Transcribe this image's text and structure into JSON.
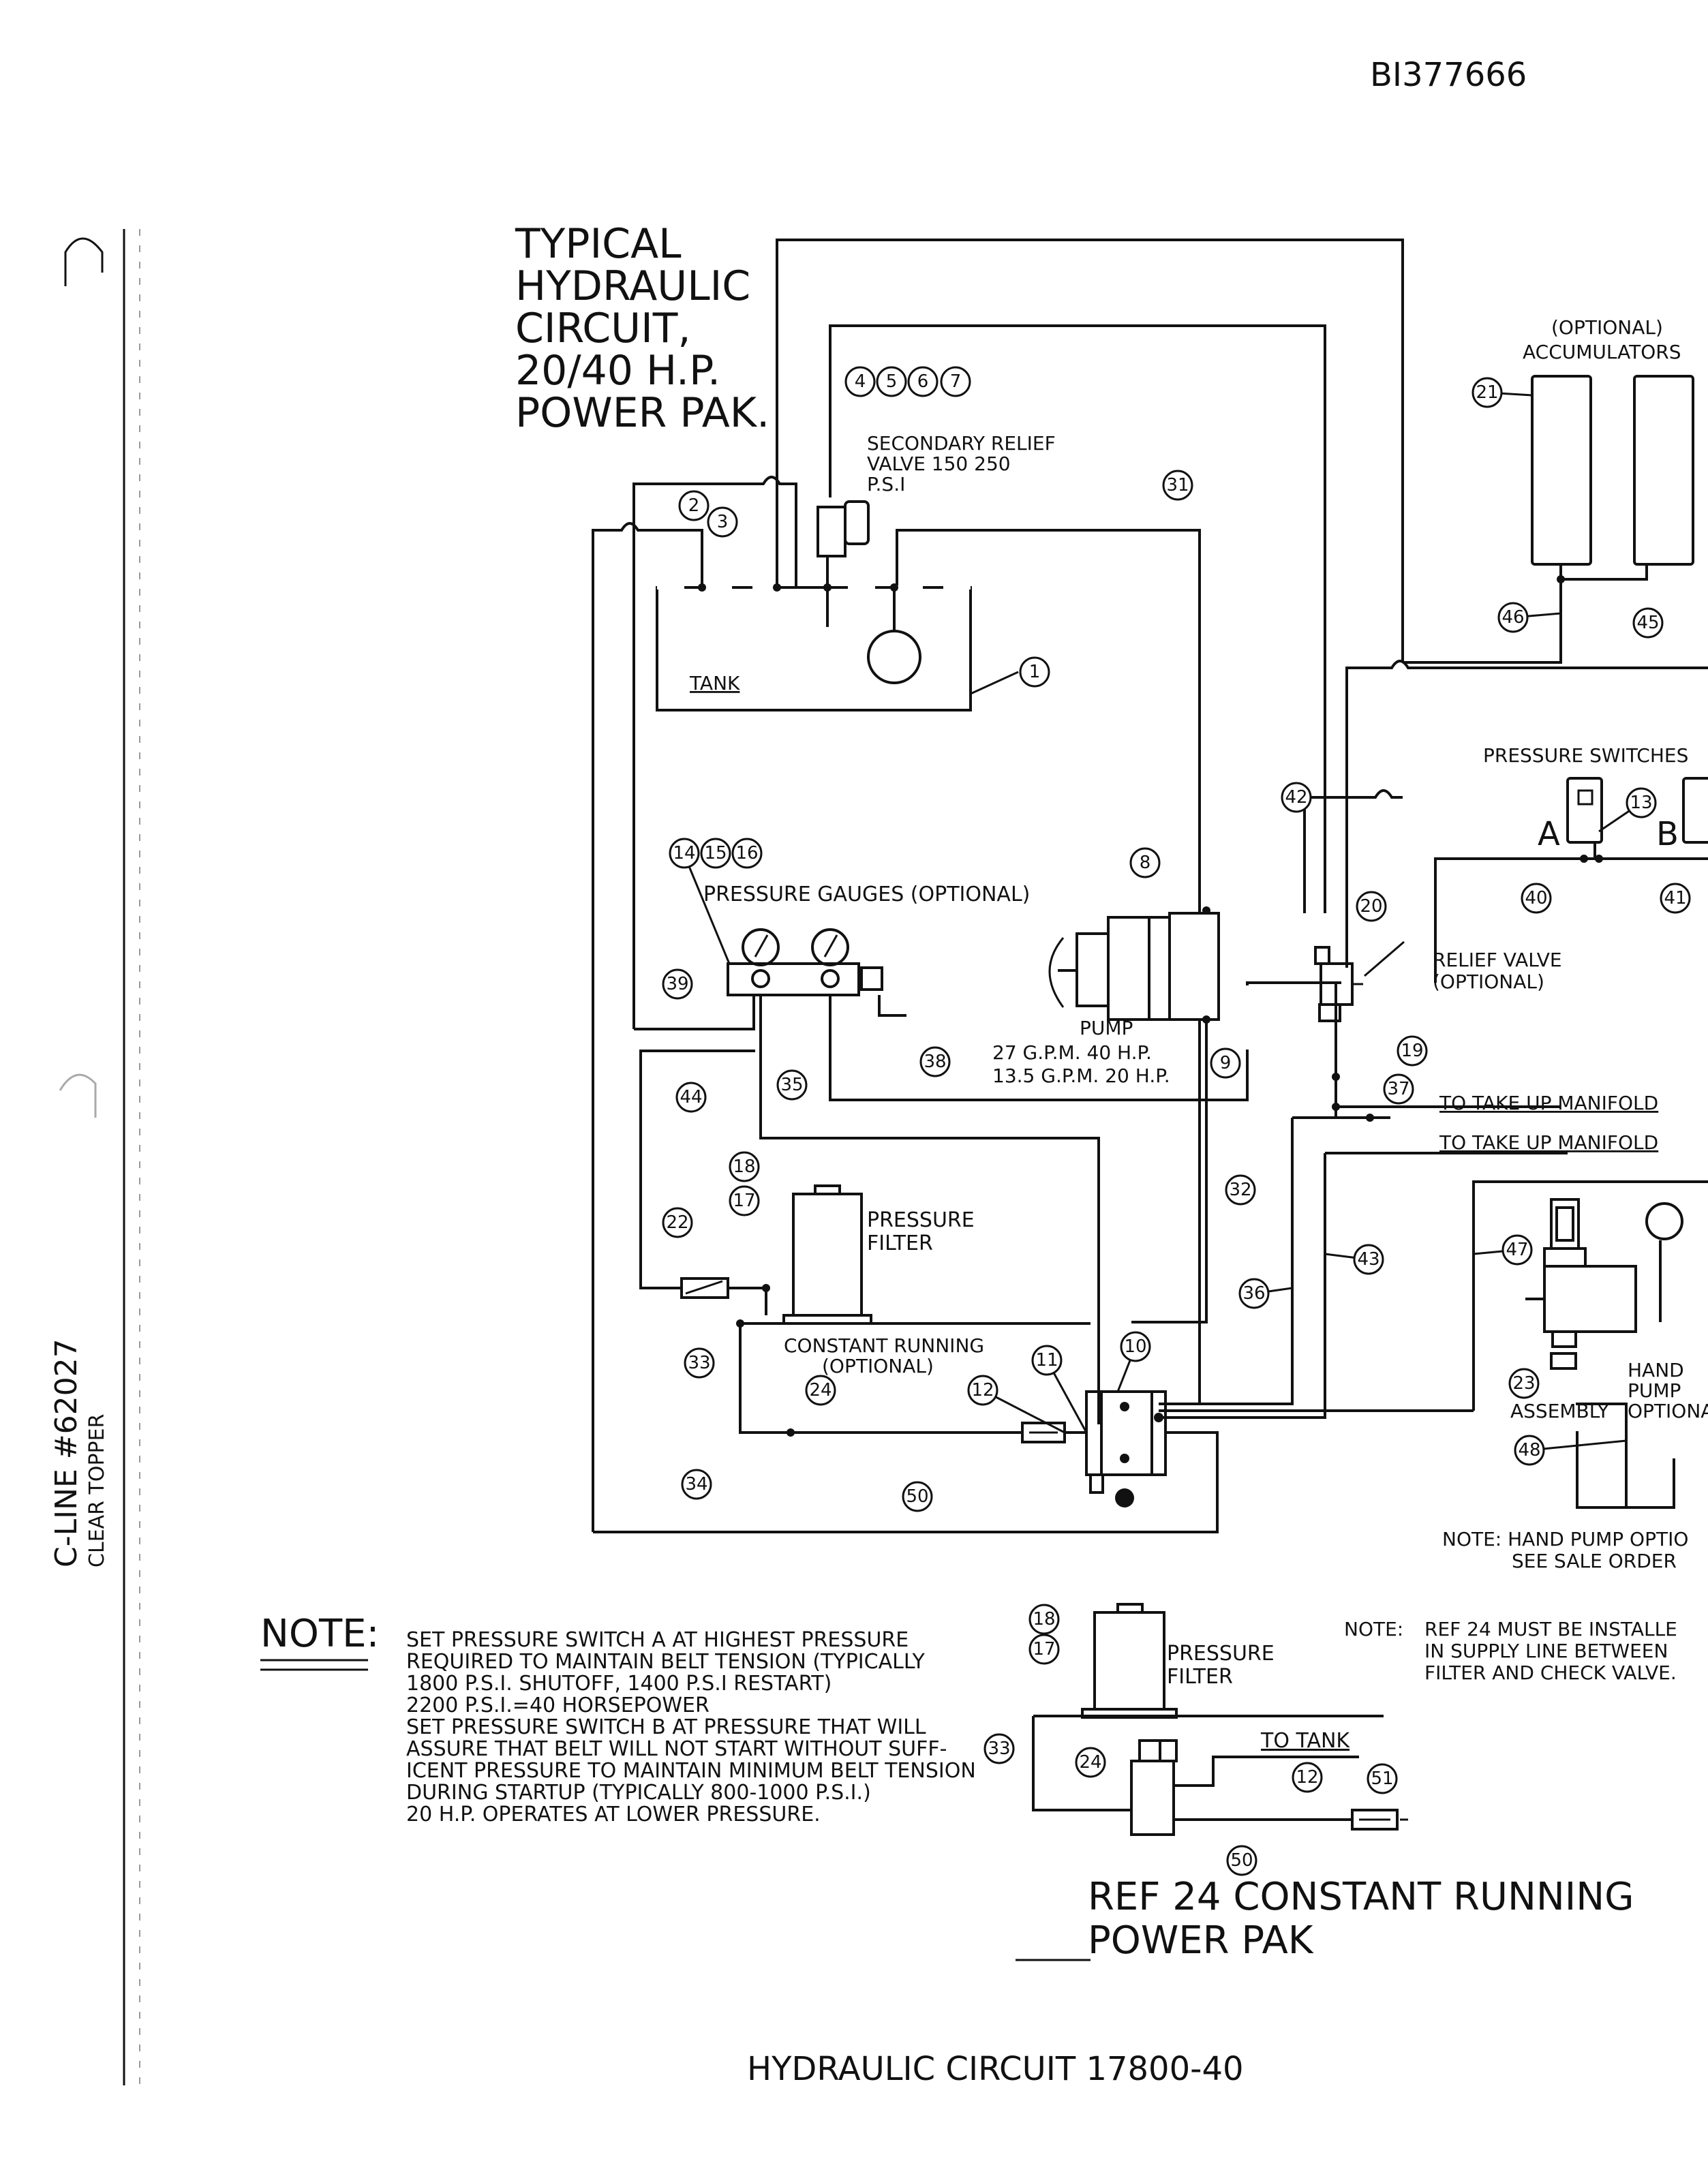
{
  "doc_id": "BI377666",
  "title_lines": [
    "TYPICAL",
    "HYDRAULIC",
    "CIRCUIT,",
    "20/40  H.P.",
    "POWER  PAK."
  ],
  "side_label": [
    "C-LINE #62027",
    "CLEAR TOPPER"
  ],
  "labels": {
    "secondary_relief": [
      "SECONDARY  RELIEF",
      "VALVE  150  250",
      "P.S.I"
    ],
    "tank": "TANK",
    "accumulators": [
      "(OPTIONAL)",
      "ACCUMULATORS"
    ],
    "pressure_switches": "PRESSURE  SWITCHES",
    "switch_a": "A",
    "switch_b": "B",
    "pressure_gauges": "PRESSURE  GAUGES  (OPTIONAL)",
    "pump": [
      "PUMP",
      "27  G.P.M.  40  H.P.",
      "13.5  G.P.M.  20  H.P."
    ],
    "relief_valve": [
      "RELIEF  VALVE",
      "(OPTIONAL)"
    ],
    "take_up_1": "TO  TAKE  UP  MANIFOLD",
    "take_up_2": "TO  TAKE  UP  MANIFOLD",
    "pressure_filter": [
      "PRESSURE",
      "FILTER"
    ],
    "constant_running": [
      "CONSTANT  RUNNING",
      "(OPTIONAL)"
    ],
    "hand_pump": [
      "HAND",
      "PUMP",
      "OPTIONA"
    ],
    "assembly": "ASSEMBLY",
    "hand_pump_note": [
      "NOTE:  HAND  PUMP  OPTIO",
      "SEE  SALE  ORDER"
    ],
    "ref24_note_label": "NOTE:",
    "ref24_note": [
      "REF  24  MUST  BE  INSTALLE",
      "IN  SUPPLY  LINE  BETWEEN",
      "FILTER  AND  CHECK  VALVE."
    ],
    "inset_filter": [
      "PRESSURE",
      "FILTER"
    ],
    "to_tank": "TO  TANK",
    "inset_title": [
      "REF  24  CONSTANT  RUNNING",
      "POWER  PAK"
    ],
    "footer": "HYDRAULIC  CIRCUIT  17800-40"
  },
  "note": {
    "heading": "NOTE:",
    "lines": [
      "SET  PRESSURE  SWITCH  A  AT  HIGHEST  PRESSURE",
      "REQUIRED  TO  MAINTAIN  BELT  TENSION  (TYPICALLY",
      "1800  P.S.I.  SHUTOFF,  1400  P.S.I  RESTART)",
      "2200  P.S.I.=40  HORSEPOWER",
      "SET  PRESSURE  SWITCH  B  AT  PRESSURE  THAT  WILL",
      "ASSURE  THAT  BELT  WILL  NOT  START  WITHOUT  SUFF-",
      "ICENT  PRESSURE  TO  MAINTAIN  MINIMUM  BELT  TENSION",
      "DURING  STARTUP  (TYPICALLY  800-1000  P.S.I.)",
      "20  H.P.  OPERATES  AT  LOWER  PRESSURE."
    ]
  },
  "callouts": [
    "1",
    "2",
    "3",
    "4",
    "5",
    "6",
    "7",
    "8",
    "9",
    "10",
    "11",
    "12",
    "13",
    "14",
    "15",
    "16",
    "17",
    "18",
    "19",
    "20",
    "21",
    "22",
    "23",
    "24",
    "31",
    "32",
    "33",
    "34",
    "35",
    "36",
    "37",
    "38",
    "39",
    "40",
    "41",
    "42",
    "43",
    "44",
    "45",
    "46",
    "47",
    "48",
    "50",
    "51"
  ]
}
